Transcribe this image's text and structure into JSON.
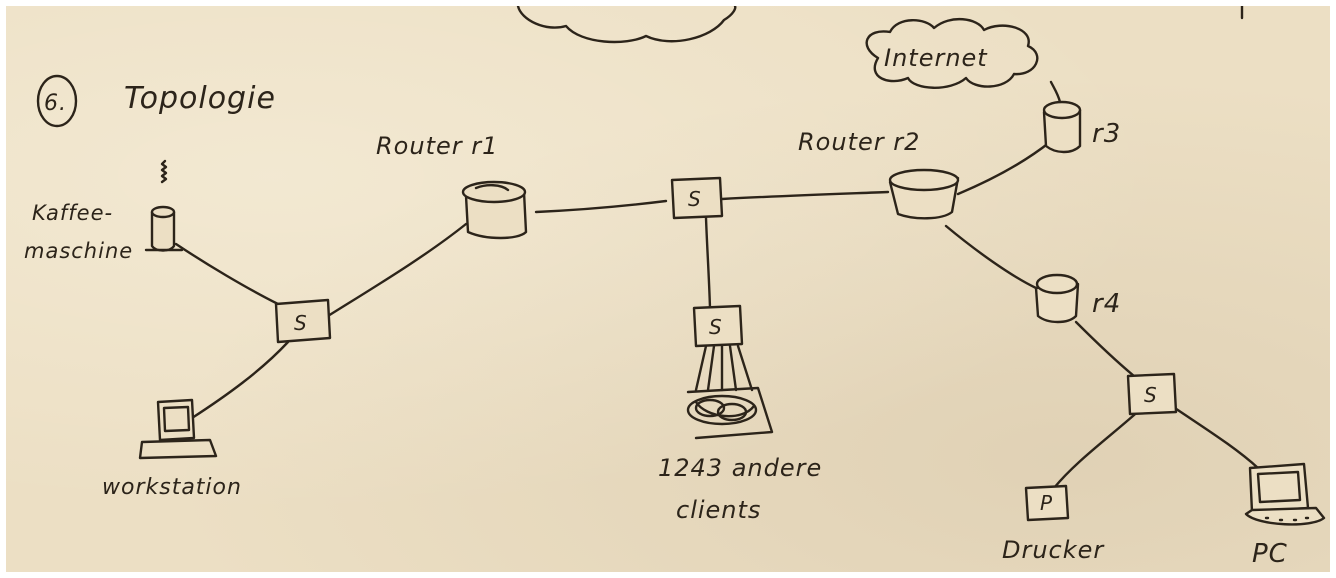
{
  "title": {
    "number": "6.",
    "text": "Topologie"
  },
  "cloud_top": {
    "label": ""
  },
  "cloud_internet": {
    "label": "Internet"
  },
  "nodes": {
    "kaffeemaschine": {
      "label_line1": "Kaffee-",
      "label_line2": "maschine"
    },
    "workstation": {
      "label": "workstation"
    },
    "switch_left": {
      "label": "S"
    },
    "router_r1": {
      "label": "Router r1"
    },
    "switch_center": {
      "label": "S"
    },
    "switch_clients": {
      "label": "S"
    },
    "clients": {
      "label_line1": "1243 andere",
      "label_line2": "clients"
    },
    "router_r2": {
      "label": "Router r2"
    },
    "router_r3": {
      "label": "r3"
    },
    "router_r4": {
      "label": "r4"
    },
    "switch_right": {
      "label": "S"
    },
    "drucker": {
      "label": "Drucker",
      "icon_letter": "P"
    },
    "pc": {
      "label": "PC"
    }
  },
  "colors": {
    "paper": "#ecdfc4",
    "ink": "#2c241a",
    "border": "#ffffff"
  }
}
